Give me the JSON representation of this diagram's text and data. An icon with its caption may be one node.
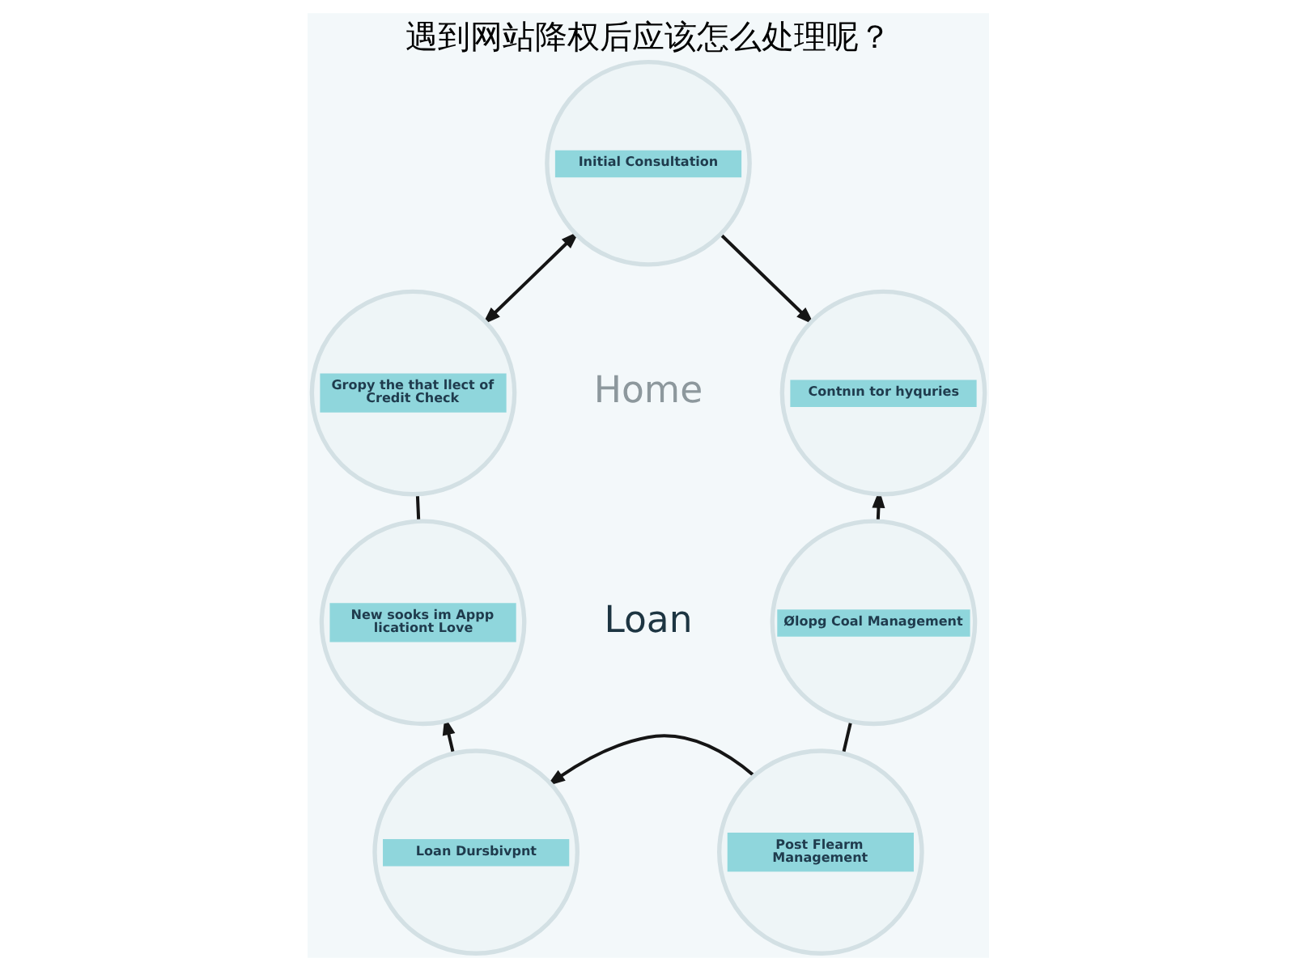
{
  "diagram": {
    "title": "遇到网站降权后应该怎么处理呢？",
    "nodes": [
      {
        "text": [
          "Initial Consultation"
        ]
      },
      {
        "text": [
          "Gropy the that llect of Credit Check"
        ]
      },
      {
        "text": [
          "Contnın tor hyquries"
        ]
      },
      {
        "text": [
          "New sooks im Appp licationt Love"
        ]
      },
      {
        "text": [
          "Ølopg Coal Management"
        ]
      },
      {
        "text": [
          "Loan Dursbivpnt"
        ]
      },
      {
        "text": [
          "Post Flearm Management"
        ]
      }
    ],
    "edges": [
      {
        "from": 0,
        "to": 1,
        "arrow": "both"
      },
      {
        "from": 0,
        "to": 2,
        "arrow": "to"
      },
      {
        "from": 4,
        "to": 2,
        "arrow": "to"
      },
      {
        "from": 6,
        "to": 4,
        "arrow": "none"
      },
      {
        "from": 6,
        "to": 5,
        "arrow": "to"
      },
      {
        "from": 5,
        "to": 3,
        "arrow": "to"
      },
      {
        "from": 3,
        "to": 1,
        "arrow": "none"
      }
    ],
    "labels": [
      "Home",
      "Loan"
    ]
  }
}
